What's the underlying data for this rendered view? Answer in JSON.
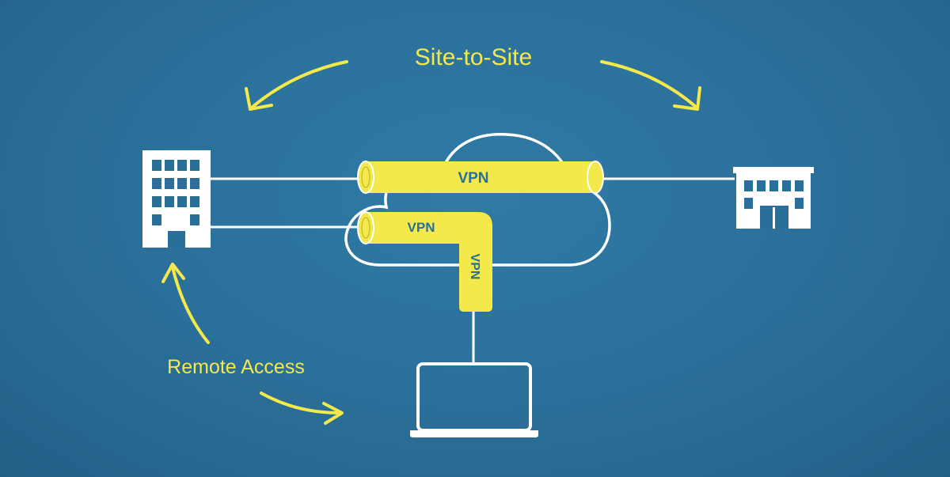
{
  "labels": {
    "site_to_site": "Site-to-Site",
    "remote_access": "Remote Access"
  },
  "tunnels": {
    "top": "VPN",
    "middle": "VPN",
    "vertical": "VPN"
  },
  "colors": {
    "background": "#2a6f99",
    "accent": "#f3e94a",
    "lines": "#ffffff",
    "tunnel_text": "#2b6f99"
  },
  "icons": [
    "office-building-icon",
    "office-building-icon",
    "cloud-icon",
    "laptop-icon"
  ]
}
